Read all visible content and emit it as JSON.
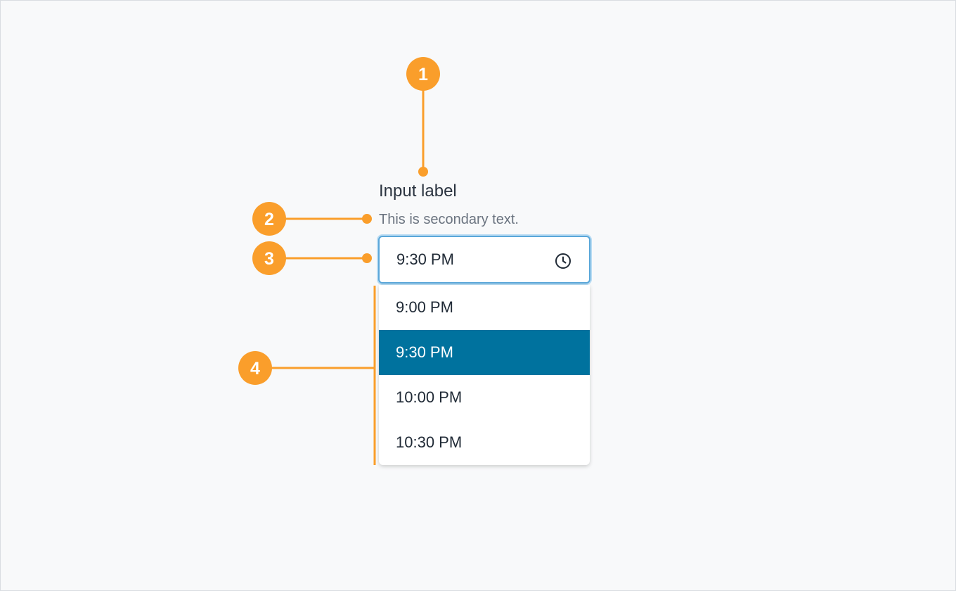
{
  "field": {
    "label": "Input label",
    "secondary_text": "This is secondary text.",
    "value": "9:30 PM",
    "icon": "clock-icon"
  },
  "dropdown": {
    "options": [
      "9:00 PM",
      "9:30 PM",
      "10:00 PM",
      "10:30 PM"
    ],
    "selected": "9:30 PM"
  },
  "annotations": {
    "markers": [
      "1",
      "2",
      "3",
      "4"
    ]
  },
  "colors": {
    "annotation": "#fa9e2b",
    "selected_bg": "#00729e",
    "focus_border": "#5aa7d9",
    "background": "#f8f9fa"
  }
}
